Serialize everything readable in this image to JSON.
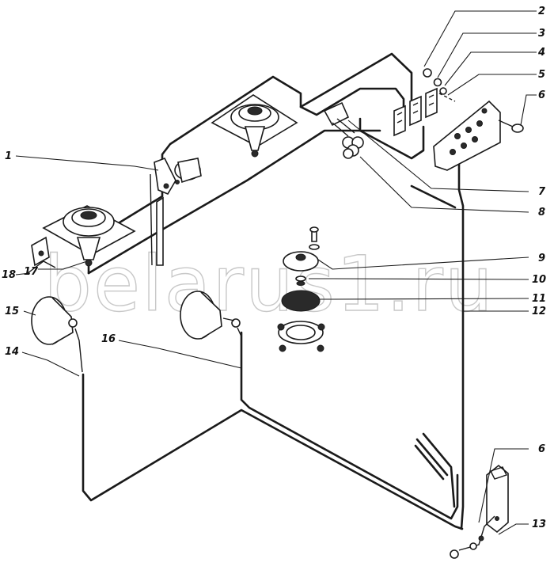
{
  "watermark": "belarus1.ru",
  "callouts": {
    "c1": "1",
    "c2": "2",
    "c3": "3",
    "c4": "4",
    "c5": "5",
    "c6a": "6",
    "c6b": "6",
    "c7": "7",
    "c8": "8",
    "c9": "9",
    "c10": "10",
    "c11": "11",
    "c12": "12",
    "c13": "13",
    "c14": "14",
    "c15": "15",
    "c16": "16",
    "c17": "17",
    "c18": "18"
  }
}
